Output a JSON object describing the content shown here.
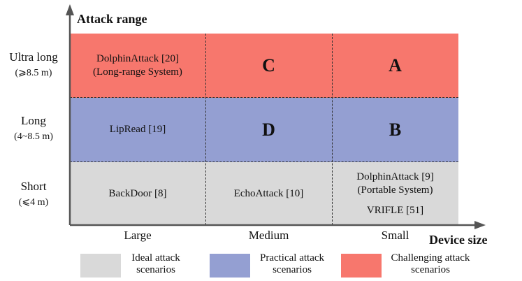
{
  "axes": {
    "y_title": "Attack range",
    "x_title": "Device size"
  },
  "rows": [
    {
      "label": "Ultra long",
      "sub": "(⩾8.5 m)"
    },
    {
      "label": "Long",
      "sub": "(4~8.5 m)"
    },
    {
      "label": "Short",
      "sub": "(⩽4 m)"
    }
  ],
  "columns": [
    "Large",
    "Medium",
    "Small"
  ],
  "cells": {
    "r0c0_line1": "DolphinAttack [20]",
    "r0c0_line2": "(Long-range System)",
    "r0c1": "C",
    "r0c2": "A",
    "r1c0": "LipRead [19]",
    "r1c1": "D",
    "r1c2": "B",
    "r2c0": "BackDoor [8]",
    "r2c1": "EchoAttack [10]",
    "r2c2_line1": "DolphinAttack [9]",
    "r2c2_line2": "(Portable System)",
    "r2c2_line3": "VRIFLE [51]"
  },
  "legend": [
    {
      "line1": "Ideal attack",
      "line2": "scenarios",
      "color": "#d9d9d9"
    },
    {
      "line1": "Practical attack",
      "line2": "scenarios",
      "color": "#949fd2"
    },
    {
      "line1": "Challenging attack",
      "line2": "scenarios",
      "color": "#f7776d"
    }
  ],
  "colors": {
    "ultra_long_band": "#f7776d",
    "long_band": "#949fd2",
    "short_band": "#d9d9d9",
    "axis": "#555555"
  }
}
